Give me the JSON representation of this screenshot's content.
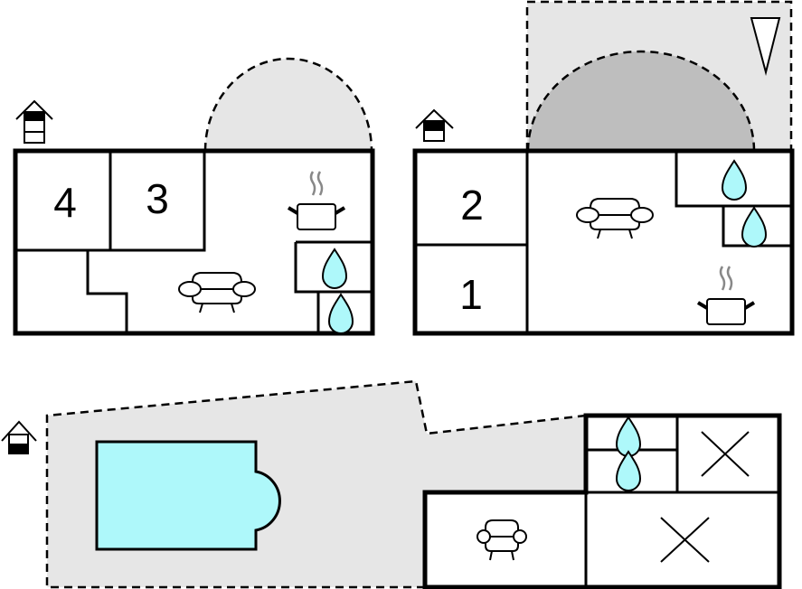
{
  "rooms": {
    "room_4": "4",
    "room_3": "3",
    "room_2": "2",
    "room_1": "1"
  },
  "colors": {
    "terrace": "#e6e6e6",
    "covered": "#bebebe",
    "water": "#aef8fa",
    "wall": "#000000"
  },
  "icons": [
    "house-floor-icon",
    "kitchen-pot-icon",
    "water-drop-icon",
    "sofa-icon",
    "armchair-icon",
    "bed-x-icon",
    "north-arrow-icon"
  ]
}
